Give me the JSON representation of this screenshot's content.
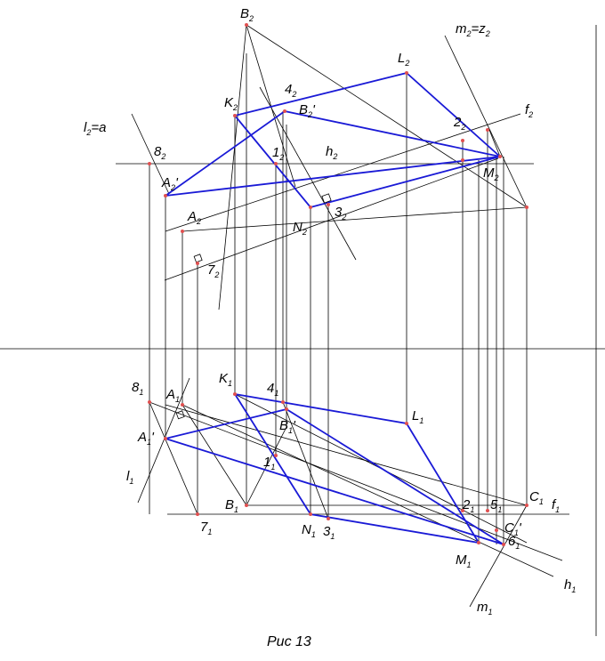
{
  "caption": "Рис 13",
  "colors": {
    "thin_line": "#000000",
    "figure_line": "#1a1ad6",
    "point": "#e05050"
  },
  "labels": {
    "B2": {
      "m": "B",
      "s": "2"
    },
    "L2": {
      "m": "L",
      "s": "2"
    },
    "mz": {
      "m": "m",
      "s": "2",
      "t": "=z",
      "s2": "2"
    },
    "K2": {
      "m": "K",
      "s": "2"
    },
    "42": {
      "m": "4",
      "s": "2"
    },
    "B2p": {
      "m": "B",
      "s": "2",
      "t": "'"
    },
    "l2": {
      "m": "l",
      "s": "2",
      "t": "=a"
    },
    "22": {
      "m": "2",
      "s": "2"
    },
    "f2": {
      "m": "f",
      "s": "2"
    },
    "82": {
      "m": "8",
      "s": "2"
    },
    "12": {
      "m": "1",
      "s": "2"
    },
    "h2": {
      "m": "h",
      "s": "2"
    },
    "M2": {
      "m": "M",
      "s": "2"
    },
    "A2p": {
      "m": "A",
      "s": "2",
      "t": "'"
    },
    "32": {
      "m": "3",
      "s": "2"
    },
    "A2": {
      "m": "A",
      "s": "2"
    },
    "N2": {
      "m": "N",
      "s": "2"
    },
    "72": {
      "m": "7",
      "s": "2"
    },
    "K1": {
      "m": "K",
      "s": "1"
    },
    "41": {
      "m": "4",
      "s": "1"
    },
    "81": {
      "m": "8",
      "s": "1"
    },
    "A1": {
      "m": "A",
      "s": "1"
    },
    "L1": {
      "m": "L",
      "s": "1"
    },
    "B1p": {
      "m": "B",
      "s": "1",
      "t": "'"
    },
    "A1p": {
      "m": "A",
      "s": "1",
      "t": "'"
    },
    "11": {
      "m": "1",
      "s": "1"
    },
    "l1": {
      "m": "l",
      "s": "1"
    },
    "21": {
      "m": "2",
      "s": "1"
    },
    "51": {
      "m": "5",
      "s": "1"
    },
    "C1": {
      "m": "C",
      "s": "1"
    },
    "f1": {
      "m": "f",
      "s": "1"
    },
    "B1": {
      "m": "B",
      "s": "1"
    },
    "71": {
      "m": "7",
      "s": "1"
    },
    "N1": {
      "m": "N",
      "s": "1"
    },
    "31": {
      "m": "3",
      "s": "1"
    },
    "C1p": {
      "m": "C",
      "s": "1",
      "t": "'"
    },
    "61": {
      "m": "6",
      "s": "1"
    },
    "M1": {
      "m": "M",
      "s": "1"
    },
    "h1": {
      "m": "h",
      "s": "1"
    },
    "m1": {
      "m": "m",
      "s": "1"
    }
  }
}
